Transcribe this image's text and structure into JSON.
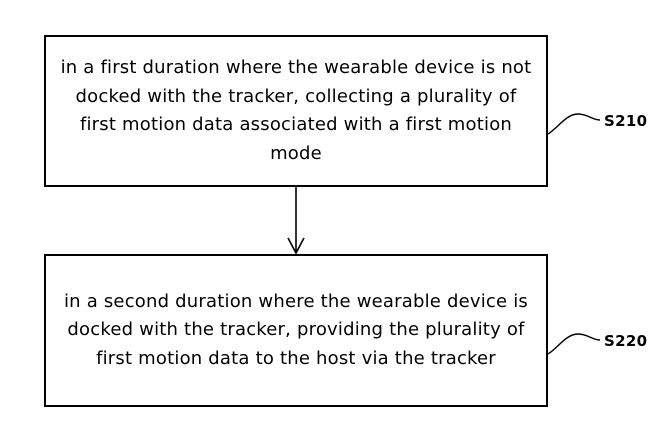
{
  "steps": [
    {
      "id": "S210",
      "label": "S210",
      "text": "in a first duration where the wearable device is not docked with the tracker, collecting a plurality of first motion data associated with a first motion mode"
    },
    {
      "id": "S220",
      "label": "S220",
      "text": "in a second duration where the wearable device is docked with the tracker, providing the plurality of first motion data to the host via the tracker"
    }
  ]
}
